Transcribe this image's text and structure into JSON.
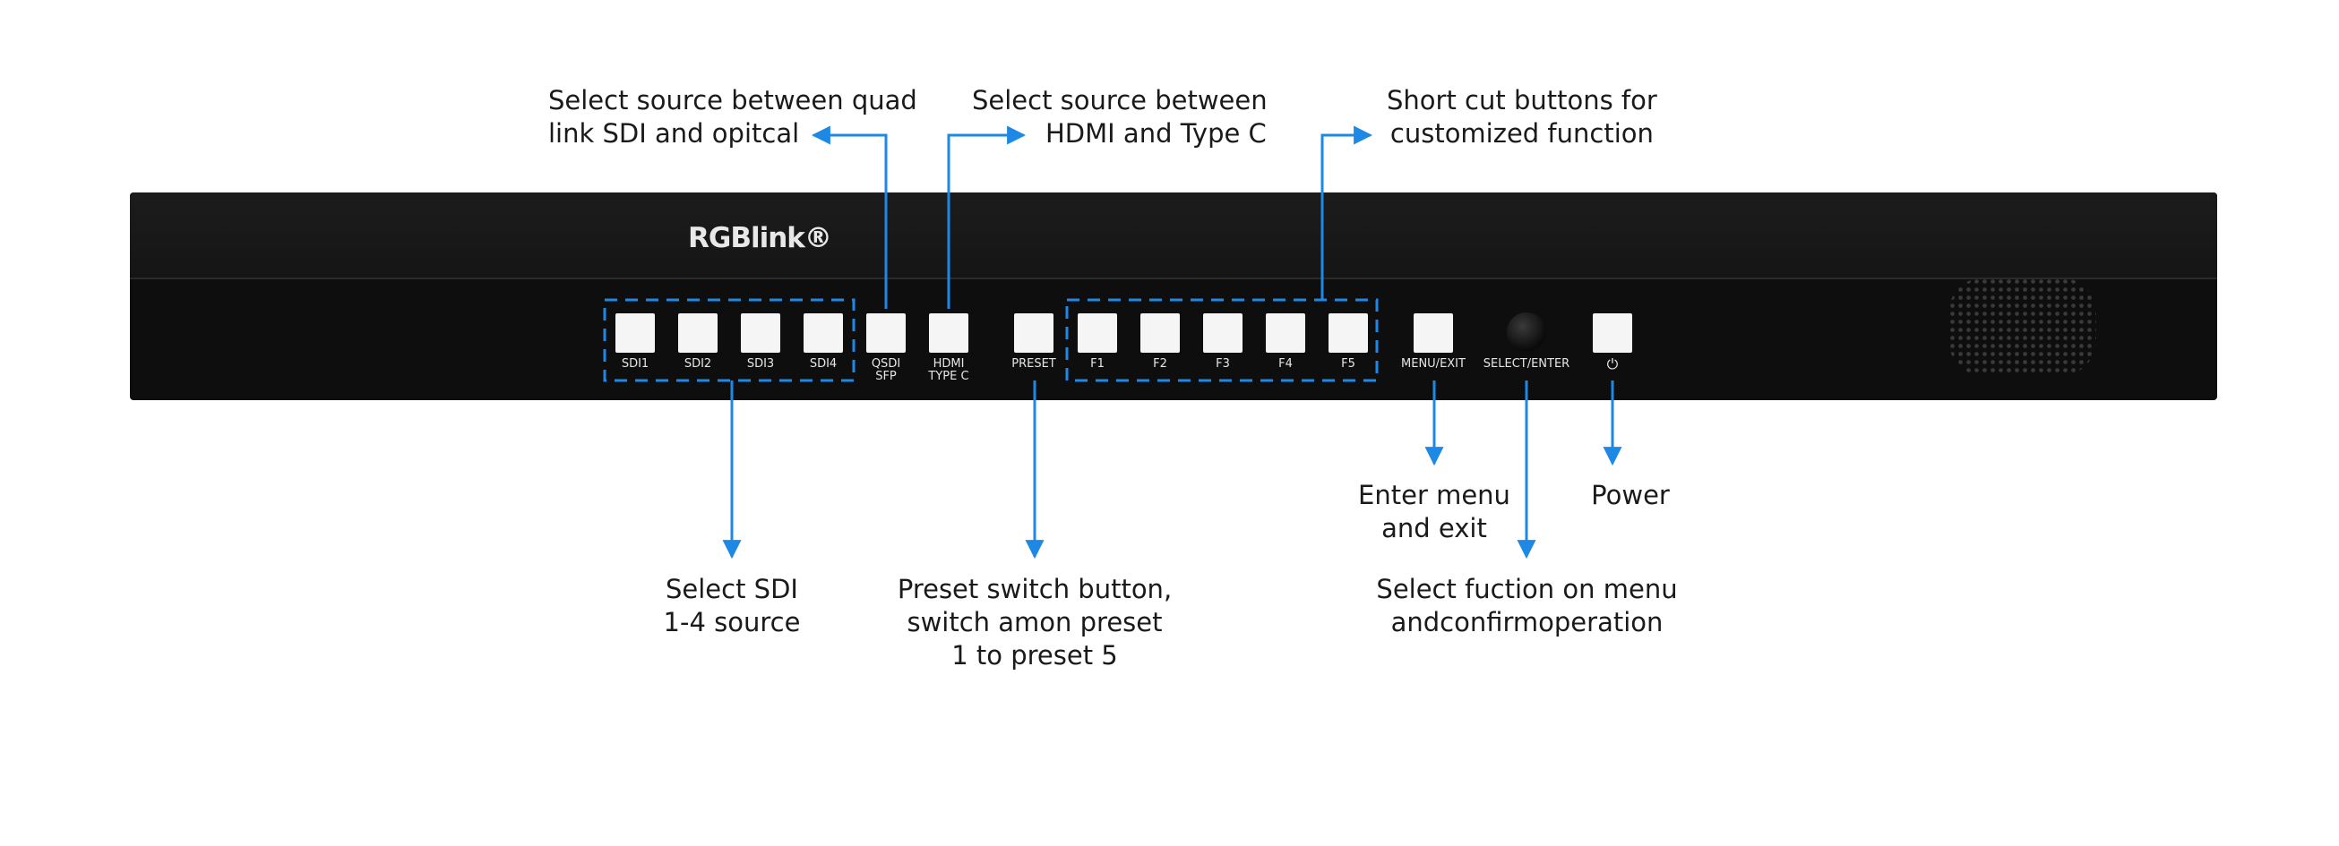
{
  "brand": {
    "logo_text": "RGBlink®"
  },
  "colors": {
    "accent": "#1E88E5",
    "panel": "#0e0e0e",
    "key": "#f5f5f5"
  },
  "keys": [
    {
      "label": [
        "SDI1"
      ]
    },
    {
      "label": [
        "SDI2"
      ]
    },
    {
      "label": [
        "SDI3"
      ]
    },
    {
      "label": [
        "SDI4"
      ]
    },
    {
      "label": [
        "QSDI",
        "SFP"
      ]
    },
    {
      "label": [
        "HDMI",
        "TYPE C"
      ]
    },
    {
      "label": [
        "PRESET"
      ]
    },
    {
      "label": [
        "F1"
      ]
    },
    {
      "label": [
        "F2"
      ]
    },
    {
      "label": [
        "F3"
      ]
    },
    {
      "label": [
        "F4"
      ]
    },
    {
      "label": [
        "F5"
      ]
    },
    {
      "label": [
        "MENU/EXIT"
      ]
    },
    {
      "label": [
        "SELECT/ENTER"
      ]
    },
    {
      "label": [
        "⏻"
      ]
    }
  ],
  "callouts": {
    "quad_sdi": [
      "Select source between quad",
      "link SDI and opitcal"
    ],
    "hdmi_typec": [
      "Select source between",
      "HDMI and Type C"
    ],
    "shortcut": [
      "Short cut buttons for",
      "customized function"
    ],
    "sdi_1_4": [
      "Select SDI",
      "1-4 source"
    ],
    "preset": [
      "Preset switch button,",
      "switch amon preset",
      "1 to preset 5"
    ],
    "menu_exit": [
      "Enter menu",
      "and exit"
    ],
    "power": [
      "Power"
    ],
    "select_enter": [
      "Select fuction on menu",
      "andconfirmoperation"
    ]
  }
}
